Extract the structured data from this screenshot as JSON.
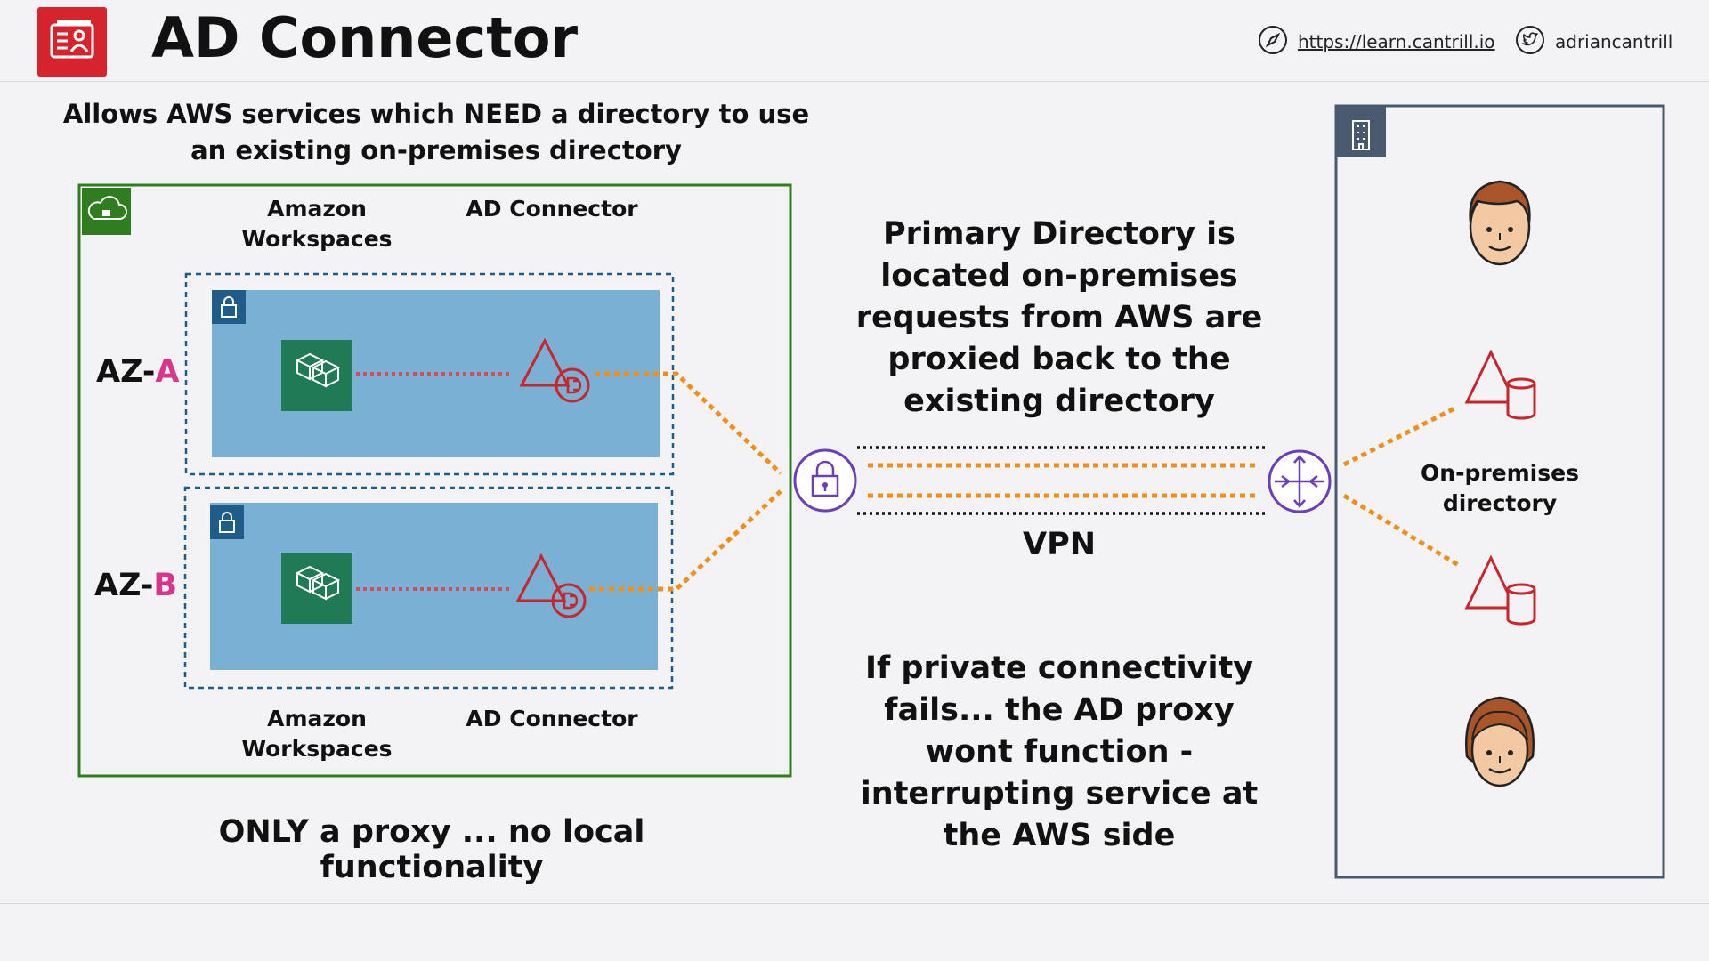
{
  "header": {
    "title": "AD Connector",
    "website": "https://learn.cantrill.io",
    "twitter": "adriancantrill",
    "logo_icon": "directory-card-icon",
    "website_icon": "compass-icon",
    "twitter_icon": "twitter-bird-icon"
  },
  "subtitle": "Allows AWS services which NEED a directory to use an existing on-premises directory",
  "aws_region": {
    "top_labels": {
      "workspaces": "Amazon Workspaces",
      "connector": "AD Connector"
    },
    "bottom_labels": {
      "workspaces": "Amazon Workspaces",
      "connector": "AD Connector"
    },
    "az_a": {
      "prefix": "AZ-",
      "letter": "A"
    },
    "az_b": {
      "prefix": "AZ-",
      "letter": "B"
    }
  },
  "primary_text": "Primary Directory is located on-premises requests from AWS are proxied back to the existing directory",
  "vpn_label": "VPN",
  "failure_text": "If private connectivity fails... the AD proxy wont function - interrupting service at the AWS side",
  "proxy_note": "ONLY a proxy ... no local functionality",
  "onprem_label": "On-premises directory",
  "colors": {
    "aws_red": "#d6242d",
    "region_green": "#2e7d1e",
    "subnet_blue": "#7ab0d4",
    "subnet_border": "#1f5c8a",
    "workspaces_green": "#1f7a55",
    "connector_red": "#c9252c",
    "orange_link": "#f0901c",
    "vpn_purple": "#6b3fb8",
    "az_pink": "#d9358a",
    "onprem_border": "#4a5a6e"
  }
}
